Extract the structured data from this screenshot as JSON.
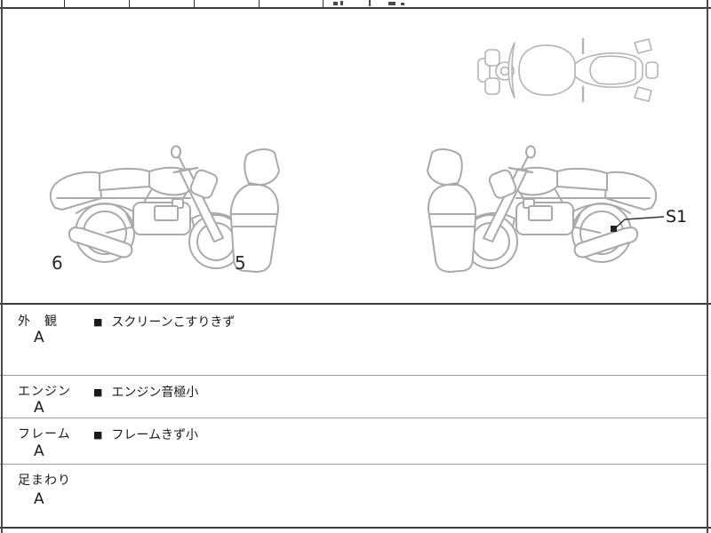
{
  "header": {
    "cells": [
      "",
      "",
      "",
      "",
      "",
      ""
    ]
  },
  "diagram": {
    "labels": {
      "rear_panel": "6",
      "front_panel": "5",
      "callout": "S1"
    }
  },
  "rows": [
    {
      "category": "外　観",
      "grade": "A",
      "bullet": "■",
      "remark": "スクリーンこすりきず"
    },
    {
      "category": "エンジン",
      "grade": "A",
      "bullet": "■",
      "remark": "エンジン音極小"
    },
    {
      "category": "フレーム",
      "grade": "A",
      "bullet": "■",
      "remark": "フレームきず小"
    },
    {
      "category": "足まわり",
      "grade": "A",
      "bullet": "",
      "remark": ""
    }
  ],
  "colors": {
    "sketch_line": "#a9a9a9",
    "sketch_line_light": "#b4b4b4",
    "rule_dark": "#3c3c3c",
    "rule_light": "#9a9a9a",
    "text": "#1a1a1a"
  }
}
